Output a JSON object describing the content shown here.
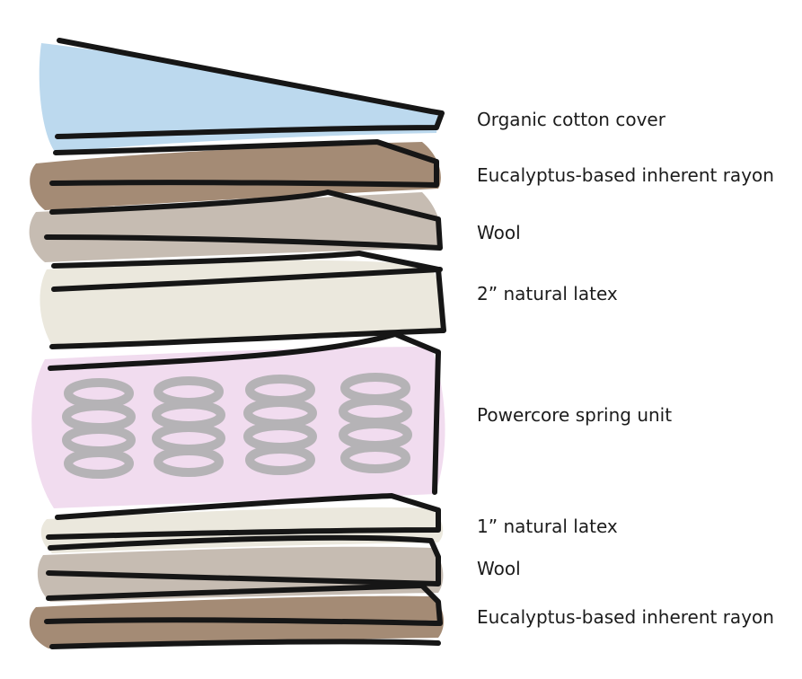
{
  "layers": [
    {
      "id": "cotton-cover",
      "label": "Organic cotton cover",
      "color": "#bcd9ee"
    },
    {
      "id": "rayon-top",
      "label": "Eucalyptus-based inherent rayon",
      "color": "#9a7e66"
    },
    {
      "id": "wool-top",
      "label": "Wool",
      "color": "#c6bcb2"
    },
    {
      "id": "latex-2in",
      "label": "2” natural latex",
      "color": "#ebe8dd"
    },
    {
      "id": "spring-unit",
      "label": "Powercore spring unit",
      "color": "#f1dcef"
    },
    {
      "id": "latex-1in",
      "label": "1” natural latex",
      "color": "#ebe8dd"
    },
    {
      "id": "wool-bottom",
      "label": "Wool",
      "color": "#c6bcb2"
    },
    {
      "id": "rayon-bottom",
      "label": "Eucalyptus-based inherent rayon",
      "color": "#9a7e66"
    }
  ],
  "colors": {
    "outline": "#161616",
    "coil": "#b5b3b6"
  }
}
